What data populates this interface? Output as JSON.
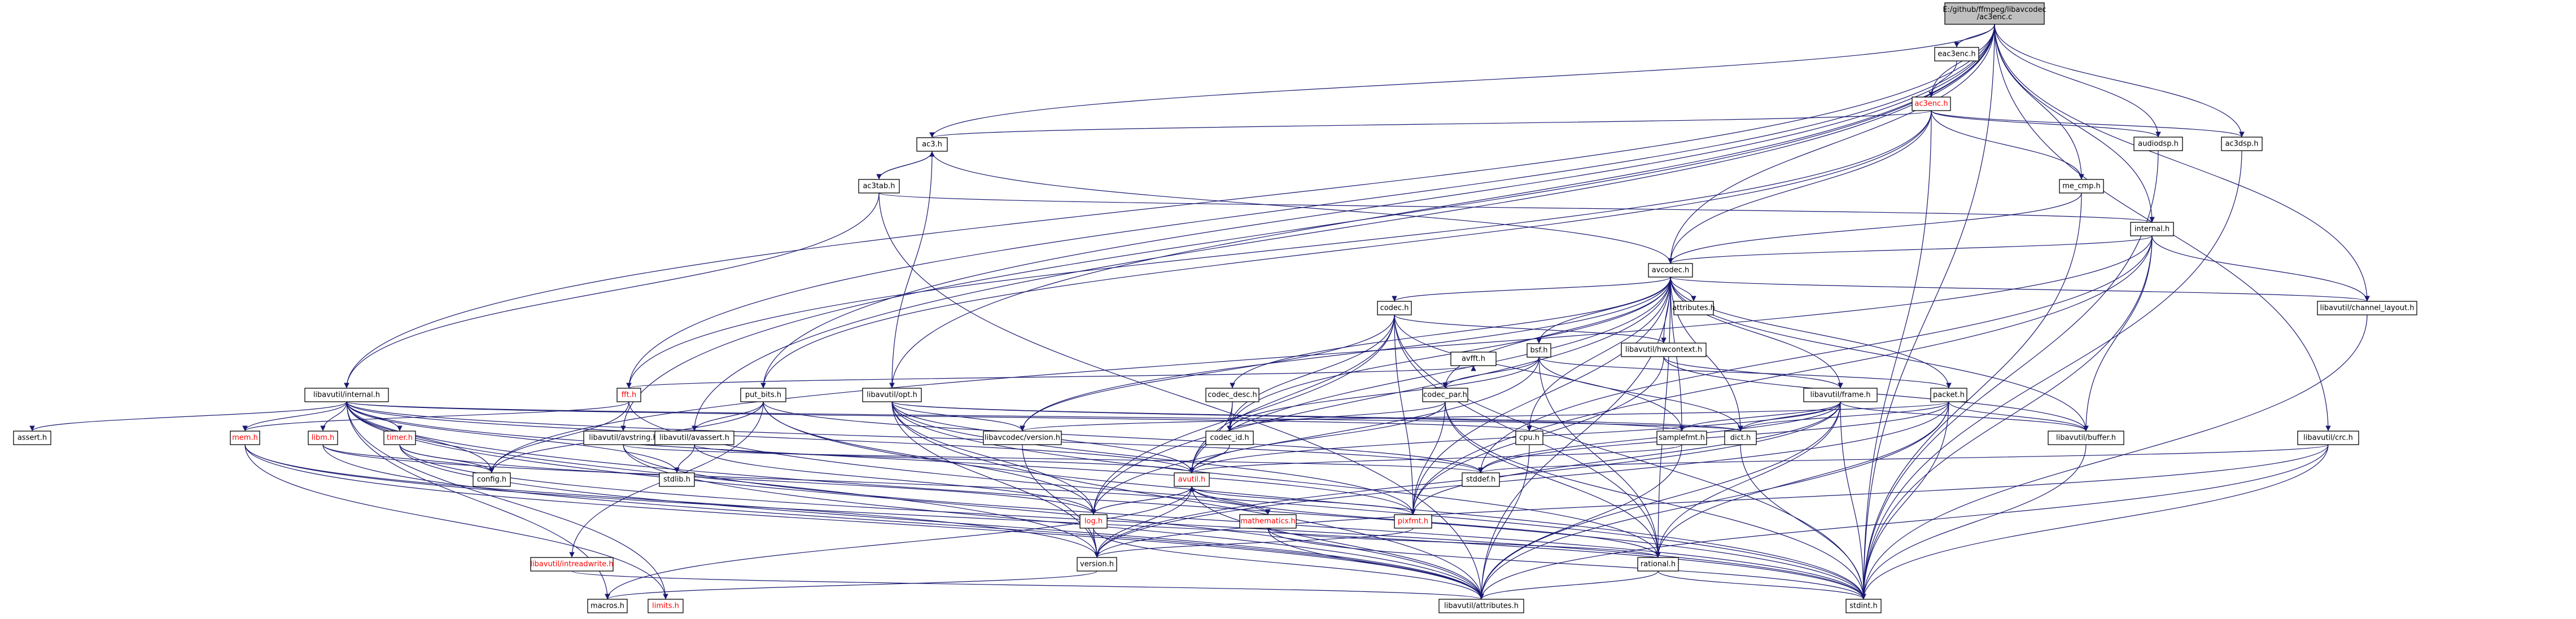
{
  "colors": {
    "edge": "#191970",
    "root_fill": "#bfbfbf",
    "node_fill": "#ffffff",
    "red_text": "#ff0000",
    "text": "#000000"
  },
  "nodes": [
    {
      "id": "root",
      "label": "E:/github/ffmpeg/libavcodec\n/ac3enc.c",
      "style": "root"
    },
    {
      "id": "eac3enc_h",
      "label": "eac3enc.h",
      "style": "normal"
    },
    {
      "id": "ac3enc_h",
      "label": "ac3enc.h",
      "style": "red"
    },
    {
      "id": "ac3_h",
      "label": "ac3.h",
      "style": "normal"
    },
    {
      "id": "audiodsp_h",
      "label": "audiodsp.h",
      "style": "normal"
    },
    {
      "id": "ac3dsp_h",
      "label": "ac3dsp.h",
      "style": "normal"
    },
    {
      "id": "ac3tab_h",
      "label": "ac3tab.h",
      "style": "normal"
    },
    {
      "id": "me_cmp_h",
      "label": "me_cmp.h",
      "style": "normal"
    },
    {
      "id": "internal_h",
      "label": "internal.h",
      "style": "normal"
    },
    {
      "id": "avcodec_h",
      "label": "avcodec.h",
      "style": "normal"
    },
    {
      "id": "channel_layout_h",
      "label": "libavutil/channel_layout.h",
      "style": "normal"
    },
    {
      "id": "avutil_internal_h",
      "label": "libavutil/internal.h",
      "style": "normal"
    },
    {
      "id": "fft_h",
      "label": "fft.h",
      "style": "red"
    },
    {
      "id": "put_bits_h",
      "label": "put_bits.h",
      "style": "normal"
    },
    {
      "id": "opt_h",
      "label": "libavutil/opt.h",
      "style": "normal"
    },
    {
      "id": "avstring_h",
      "label": "libavutil/avstring.h",
      "style": "normal"
    },
    {
      "id": "avassert_h",
      "label": "libavutil/avassert.h",
      "style": "normal"
    },
    {
      "id": "crc_h",
      "label": "libavutil/crc.h",
      "style": "normal"
    },
    {
      "id": "codec_h",
      "label": "codec.h",
      "style": "normal"
    },
    {
      "id": "bsf_h",
      "label": "bsf.h",
      "style": "normal"
    },
    {
      "id": "framecontext_h",
      "label": "libavutil/hwcontext.h",
      "style": "normal"
    },
    {
      "id": "attr_h",
      "label": "attributes.h",
      "style": "normal"
    },
    {
      "id": "avfft_h",
      "label": "avfft.h",
      "style": "normal"
    },
    {
      "id": "codec_desc_h",
      "label": "codec_desc.h",
      "style": "normal"
    },
    {
      "id": "codec_par_h",
      "label": "codec_par.h",
      "style": "normal"
    },
    {
      "id": "frame_h",
      "label": "libavutil/frame.h",
      "style": "normal"
    },
    {
      "id": "packet_h",
      "label": "packet.h",
      "style": "normal"
    },
    {
      "id": "version_h_codec",
      "label": "libavcodec/version.h",
      "style": "normal"
    },
    {
      "id": "codec_id_h",
      "label": "codec_id.h",
      "style": "normal"
    },
    {
      "id": "cpu_h",
      "label": "cpu.h",
      "style": "normal"
    },
    {
      "id": "samplefmt_h",
      "label": "samplefmt.h",
      "style": "normal"
    },
    {
      "id": "dict_h",
      "label": "dict.h",
      "style": "normal"
    },
    {
      "id": "buffer_h",
      "label": "libavutil/buffer.h",
      "style": "normal"
    },
    {
      "id": "assert_h",
      "label": "assert.h",
      "style": "normal"
    },
    {
      "id": "mem_h",
      "label": "mem.h",
      "style": "red"
    },
    {
      "id": "libm_h",
      "label": "libm.h",
      "style": "red"
    },
    {
      "id": "timer_h",
      "label": "timer.h",
      "style": "red"
    },
    {
      "id": "config_h",
      "label": "config.h",
      "style": "normal"
    },
    {
      "id": "stdlib_h",
      "label": "stdlib.h",
      "style": "normal"
    },
    {
      "id": "avutil_h",
      "label": "avutil.h",
      "style": "red"
    },
    {
      "id": "stddef_h",
      "label": "stddef.h",
      "style": "normal"
    },
    {
      "id": "log_h",
      "label": "log.h",
      "style": "red"
    },
    {
      "id": "mathematics_h",
      "label": "mathematics.h",
      "style": "red"
    },
    {
      "id": "pixfmt_h",
      "label": "pixfmt.h",
      "style": "red"
    },
    {
      "id": "intreadwrite_h",
      "label": "libavutil/intreadwrite.h",
      "style": "red"
    },
    {
      "id": "version_h",
      "label": "version.h",
      "style": "normal"
    },
    {
      "id": "rational_h",
      "label": "rational.h",
      "style": "normal"
    },
    {
      "id": "macros_h",
      "label": "macros.h",
      "style": "normal"
    },
    {
      "id": "limits_h",
      "label": "limits.h",
      "style": "red"
    },
    {
      "id": "libavutil_attributes_h",
      "label": "libavutil/attributes.h",
      "style": "normal"
    },
    {
      "id": "stdint_h",
      "label": "stdint.h",
      "style": "normal"
    }
  ]
}
